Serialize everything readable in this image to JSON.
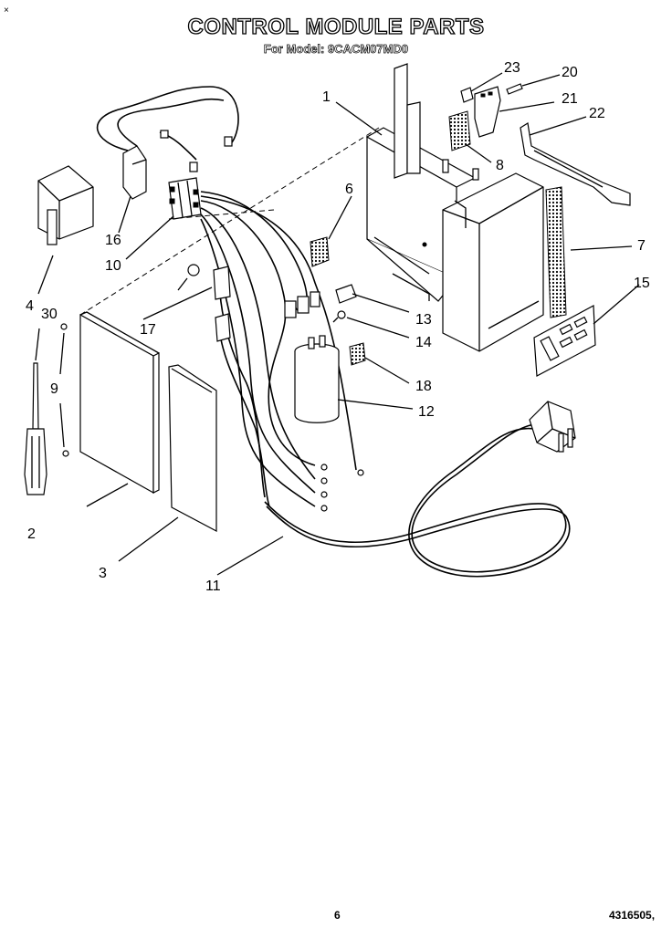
{
  "header": {
    "corner_mark": "×",
    "title": "CONTROL MODULE PARTS",
    "subtitle": "For Model: 9CACM07MD0"
  },
  "callouts": [
    "1",
    "2",
    "3",
    "4",
    "6",
    "7",
    "8",
    "9",
    "10",
    "11",
    "12",
    "13",
    "14",
    "15",
    "16",
    "17",
    "18",
    "20",
    "21",
    "22",
    "23",
    "30"
  ],
  "footer": {
    "page_number": "6",
    "doc_number": "4316505,"
  }
}
